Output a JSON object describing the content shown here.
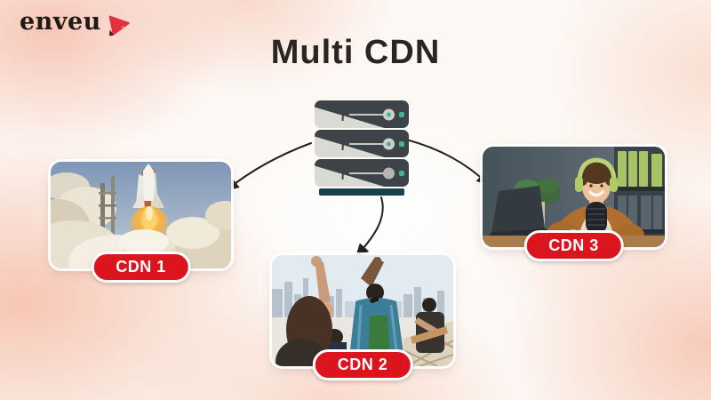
{
  "logo": {
    "text": "enveu",
    "icon": "play-arrow-icon"
  },
  "title": "Multi CDN",
  "server": {
    "name": "origin-server-stack",
    "icon": "server-stack-icon",
    "units": 3
  },
  "nodes": [
    {
      "label": "CDN 1",
      "image_desc": "space shuttle launch with smoke clouds"
    },
    {
      "label": "CDN 2",
      "image_desc": "rooftop concert with singers and guitarist"
    },
    {
      "label": "CDN 3",
      "image_desc": "smiling podcast host with green headphones and microphone"
    }
  ],
  "colors": {
    "badge_red": "#db141e",
    "logo_red": "#e5303f",
    "accent_teal": "#41b591",
    "server_dark": "#3e4347",
    "server_light": "#d9dad3",
    "server_base_teal": "#17424a",
    "background_peach": "#f6c3ab",
    "title_text": "#2a2422",
    "arrow": "#23211f"
  }
}
